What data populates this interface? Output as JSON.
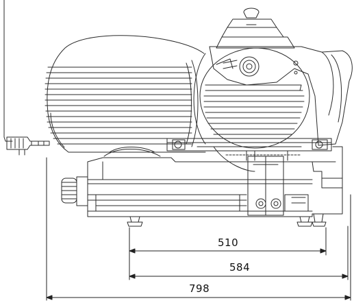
{
  "dimensions": [
    {
      "label": "510"
    },
    {
      "label": "584"
    },
    {
      "label": "798"
    }
  ],
  "colors": {
    "line": "#2a2a2a",
    "background": "#ffffff"
  }
}
